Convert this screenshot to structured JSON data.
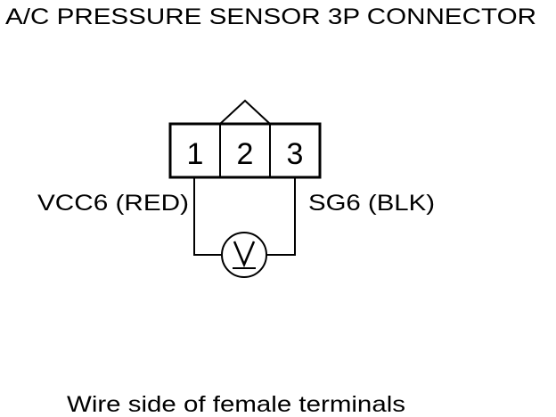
{
  "title": "A/C PRESSURE SENSOR 3P CONNECTOR",
  "connector": {
    "terminals": [
      "1",
      "2",
      "3"
    ]
  },
  "wires": {
    "left_label": "VCC6 (RED)",
    "right_label": "SG6 (BLK)"
  },
  "meter": {
    "symbol": "V",
    "icon": "voltmeter-icon"
  },
  "caption": "Wire side of female terminals",
  "colors": {
    "line": "#000000",
    "background": "#ffffff"
  }
}
